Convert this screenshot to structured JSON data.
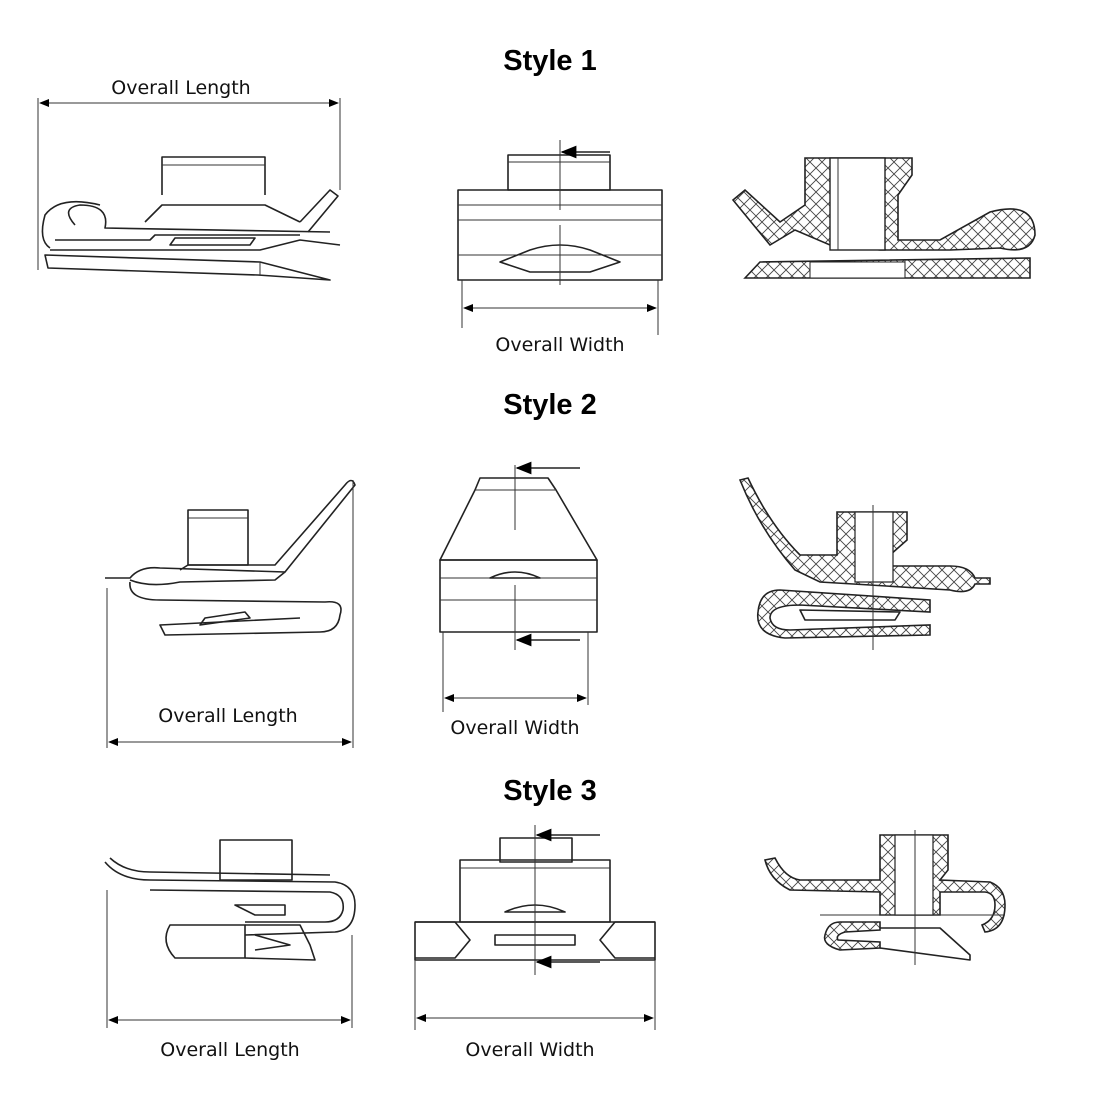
{
  "styles": [
    {
      "title": "Style 1",
      "length_label": "Overall Length",
      "width_label": "Overall Width"
    },
    {
      "title": "Style 2",
      "length_label": "Overall Length",
      "width_label": "Overall Width"
    },
    {
      "title": "Style 3",
      "length_label": "Overall Length",
      "width_label": "Overall Width"
    }
  ]
}
